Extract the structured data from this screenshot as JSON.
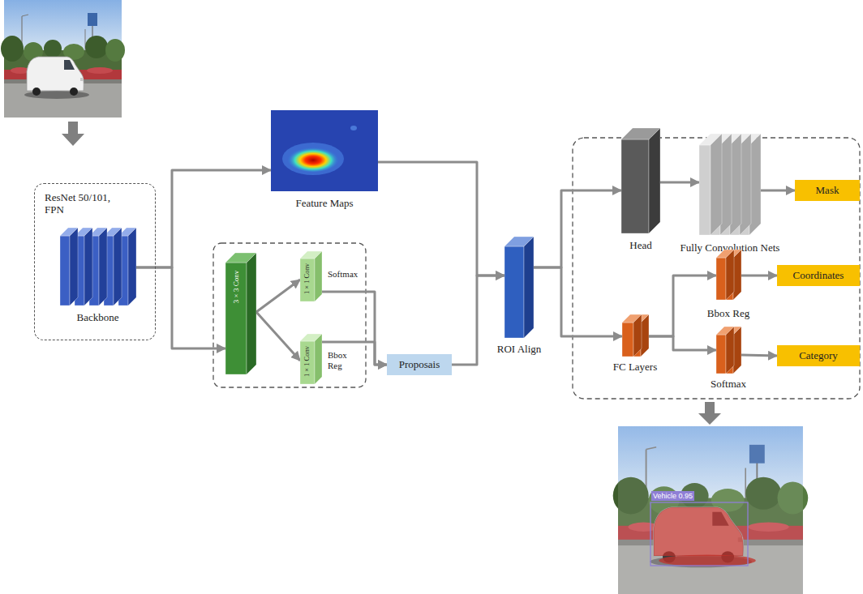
{
  "diagram": {
    "nodes": [
      {
        "text": [
          "ResNet 50/101, FPN"
        ]
      },
      {
        "text": [
          "Backbone"
        ],
        "in": 0
      },
      {
        "text": [
          "Feature Maps"
        ]
      },
      {
        "text": [
          "3 × 3 Conv"
        ]
      },
      {
        "text": [
          "1 × 1 Conv",
          "Softmax"
        ]
      },
      {
        "text": [
          "1 × 1 Conv",
          "Bbox Reg"
        ]
      },
      {
        "text": [
          "Proposais"
        ]
      },
      {
        "text": [
          "ROI Align"
        ]
      },
      {
        "text": [
          "Head"
        ]
      },
      {
        "text": [
          "Fully Convolution Nets"
        ]
      },
      {
        "text": [
          "Mask"
        ]
      },
      {
        "text": [
          "FC Layers"
        ]
      },
      {
        "text": [
          "Bbox Reg"
        ]
      },
      {
        "text": [
          "Coordinates"
        ]
      },
      {
        "text": [
          "Softmax"
        ]
      },
      {
        "text": [
          "Category"
        ]
      }
    ],
    "edges": [
      {
        "from": 1,
        "to": 2,
        "arrow": "to"
      },
      {
        "from": 1,
        "to": 3,
        "arrow": "to"
      },
      {
        "from": 3,
        "to": 4,
        "arrow": "to"
      },
      {
        "from": 3,
        "to": 5,
        "arrow": "to"
      },
      {
        "from": 4,
        "to": 6,
        "arrow": "to"
      },
      {
        "from": 5,
        "to": 6,
        "arrow": "to"
      },
      {
        "from": 2,
        "to": 7,
        "arrow": "to"
      },
      {
        "from": 6,
        "to": 7,
        "arrow": "to"
      },
      {
        "from": 7,
        "to": 8,
        "arrow": "to"
      },
      {
        "from": 7,
        "to": 11,
        "arrow": "to"
      },
      {
        "from": 8,
        "to": 9,
        "arrow": "to"
      },
      {
        "from": 9,
        "to": 10,
        "arrow": "to"
      },
      {
        "from": 11,
        "to": 12,
        "arrow": "to"
      },
      {
        "from": 11,
        "to": 14,
        "arrow": "to"
      },
      {
        "from": 12,
        "to": 13,
        "arrow": "to"
      },
      {
        "from": 14,
        "to": 15,
        "arrow": "to"
      }
    ],
    "labels": [
      "Vehicle 0.95"
    ]
  }
}
